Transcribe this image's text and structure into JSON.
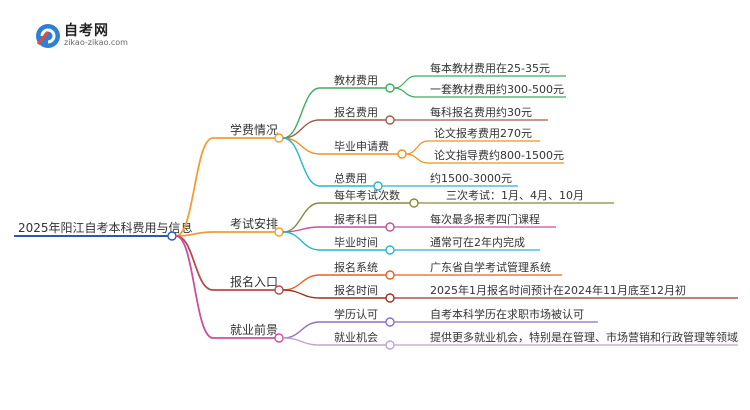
{
  "logo": {
    "title": "自考网",
    "subtitle": "zikao-zikao.com"
  },
  "root": {
    "label": "2025年阳江自考本科费用与信息"
  },
  "branches": [
    {
      "label": "学费情况",
      "color": "#f39c32",
      "children": [
        {
          "label": "教材费用",
          "color": "#3cae5a",
          "leaves": [
            "每本教材费用在25-35元",
            "一套教材费用约300-500元"
          ]
        },
        {
          "label": "报名费用",
          "color": "#a05a4a",
          "leaves": [
            "每科报名费用约30元"
          ]
        },
        {
          "label": "毕业申请费",
          "color": "#f0901e",
          "leaves": [
            "论文报考费用270元",
            "论文指导费约800-1500元"
          ]
        },
        {
          "label": "总费用",
          "color": "#27b5d0",
          "leaves": [
            "约1500-3000元"
          ]
        }
      ]
    },
    {
      "label": "考试安排",
      "color": "#f39c32",
      "children": [
        {
          "label": "每年考试次数",
          "color": "#8a8a3a",
          "leaves": [
            "三次考试：1月、4月、10月"
          ]
        },
        {
          "label": "报考科目",
          "color": "#c94fa0",
          "leaves": [
            "每次最多报考四门课程"
          ]
        },
        {
          "label": "毕业时间",
          "color": "#27b5d0",
          "leaves": [
            "通常可在2年内完成"
          ]
        }
      ]
    },
    {
      "label": "报名入口",
      "color": "#b94a4a",
      "children": [
        {
          "label": "报名系统",
          "color": "#e8621e",
          "leaves": [
            "广东省自学考试管理系统"
          ]
        },
        {
          "label": "报名时间",
          "color": "#9a3020",
          "leaves": [
            "2025年1月报名时间预计在2024年11月底至12月初"
          ]
        }
      ]
    },
    {
      "label": "就业前景",
      "color": "#c94fa0",
      "children": [
        {
          "label": "学历认可",
          "color": "#8c6fc2",
          "leaves": [
            "自考本科学历在求职市场被认可"
          ]
        },
        {
          "label": "就业机会",
          "color": "#c2a0d8",
          "leaves": [
            "提供更多就业机会，特别是在管理、市场营销和行政管理等领域"
          ]
        }
      ]
    }
  ]
}
